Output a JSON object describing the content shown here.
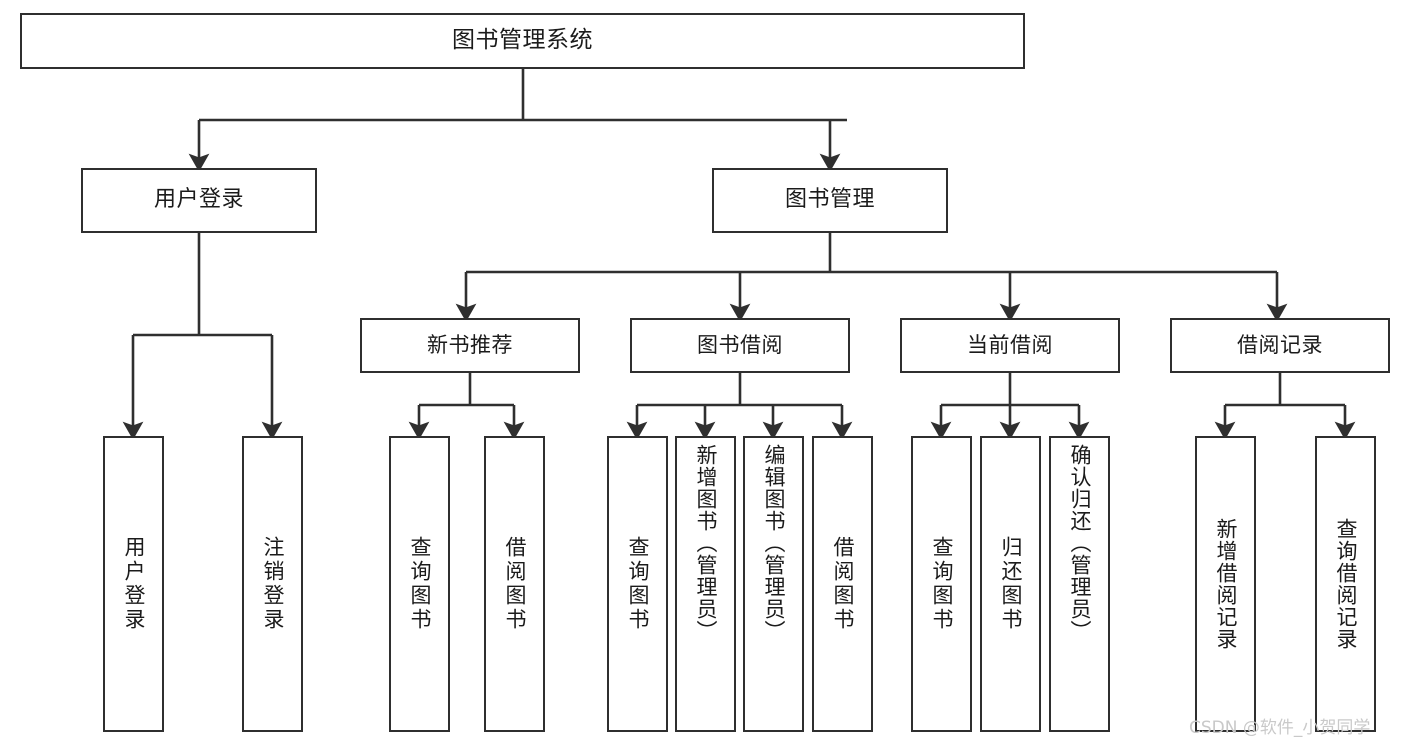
{
  "diagram": {
    "title": "图书管理系统",
    "type": "tree",
    "root": {
      "id": "root",
      "label": "图书管理系统"
    },
    "levels": {
      "level2": [
        {
          "id": "user-login",
          "label": "用户登录"
        },
        {
          "id": "book-manage",
          "label": "图书管理"
        }
      ],
      "level3": [
        {
          "id": "new-book-rec",
          "label": "新书推荐"
        },
        {
          "id": "book-borrow",
          "label": "图书借阅"
        },
        {
          "id": "current-borrow",
          "label": "当前借阅"
        },
        {
          "id": "borrow-record",
          "label": "借阅记录"
        }
      ],
      "leaves": [
        {
          "id": "leaf-user-login",
          "label": "用户登录",
          "parent": "user-login"
        },
        {
          "id": "leaf-logout",
          "label": "注销登录",
          "parent": "user-login"
        },
        {
          "id": "leaf-query-book-1",
          "label": "查询图书",
          "parent": "new-book-rec"
        },
        {
          "id": "leaf-borrow-book-1",
          "label": "借阅图书",
          "parent": "new-book-rec"
        },
        {
          "id": "leaf-query-book-2",
          "label": "查询图书",
          "parent": "book-borrow"
        },
        {
          "id": "leaf-add-book",
          "label": "新增图书（管理员）",
          "parent": "book-borrow"
        },
        {
          "id": "leaf-edit-book",
          "label": "编辑图书（管理员）",
          "parent": "book-borrow"
        },
        {
          "id": "leaf-borrow-book-2",
          "label": "借阅图书",
          "parent": "book-borrow"
        },
        {
          "id": "leaf-query-book-3",
          "label": "查询图书",
          "parent": "current-borrow"
        },
        {
          "id": "leaf-return-book",
          "label": "归还图书",
          "parent": "current-borrow"
        },
        {
          "id": "leaf-confirm-return",
          "label": "确认归还（管理员）",
          "parent": "current-borrow"
        },
        {
          "id": "leaf-add-record",
          "label": "新增借阅记录",
          "parent": "borrow-record"
        },
        {
          "id": "leaf-query-record",
          "label": "查询借阅记录",
          "parent": "borrow-record"
        }
      ]
    },
    "colors": {
      "background": "#ffffff",
      "box_border": "#2f2f2f",
      "box_fill": "#ffffff",
      "connector": "#2f2f2f",
      "text": "#1b1b1b",
      "watermark": "#c9c9c9"
    }
  },
  "watermark": {
    "text": "CSDN @软件_小贺同学"
  }
}
